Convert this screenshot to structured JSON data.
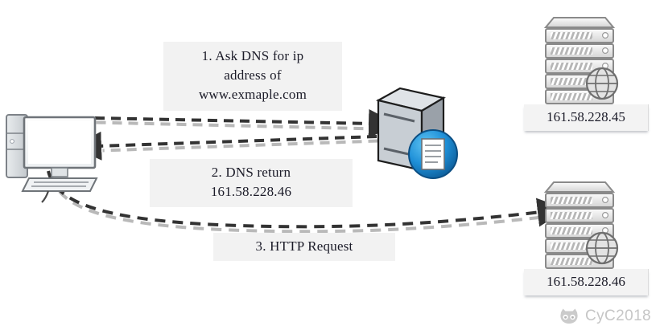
{
  "diagram": {
    "title": "DNS resolution and HTTP request flow",
    "background": "#ffffff",
    "accent_blue": "#1f90d8",
    "line_color": "#3b3b3b",
    "panel_bg": "#f2f2f2"
  },
  "steps": [
    {
      "id": "step-1",
      "number": "1.",
      "text": "1. Ask DNS for ip\naddress of\nwww.exmaple.com",
      "from": "client-computer",
      "to": "dns-server"
    },
    {
      "id": "step-2",
      "number": "2.",
      "text": "2. DNS return\n161.58.228.46",
      "from": "dns-server",
      "to": "client-computer"
    },
    {
      "id": "step-3",
      "number": "3.",
      "text": "3. HTTP Request",
      "from": "client-computer",
      "to": "web-server-bottom"
    }
  ],
  "nodes": {
    "client": {
      "name": "client-computer",
      "icon": "desktop-computer-icon"
    },
    "dns_server": {
      "name": "dns-server",
      "icon": "dns-server-tower-icon",
      "badge": "document-badge-icon"
    },
    "server_top": {
      "name": "web-server-top",
      "icon": "rack-server-icon",
      "badge": "globe-icon"
    },
    "server_bottom": {
      "name": "web-server-bottom",
      "icon": "rack-server-icon",
      "badge": "globe-icon"
    }
  },
  "ip_labels": {
    "top": "161.58.228.45",
    "bottom": "161.58.228.46"
  },
  "watermark": {
    "icon": "octocat-icon",
    "text": "CyC2018",
    "color": "#c3c3c3"
  }
}
